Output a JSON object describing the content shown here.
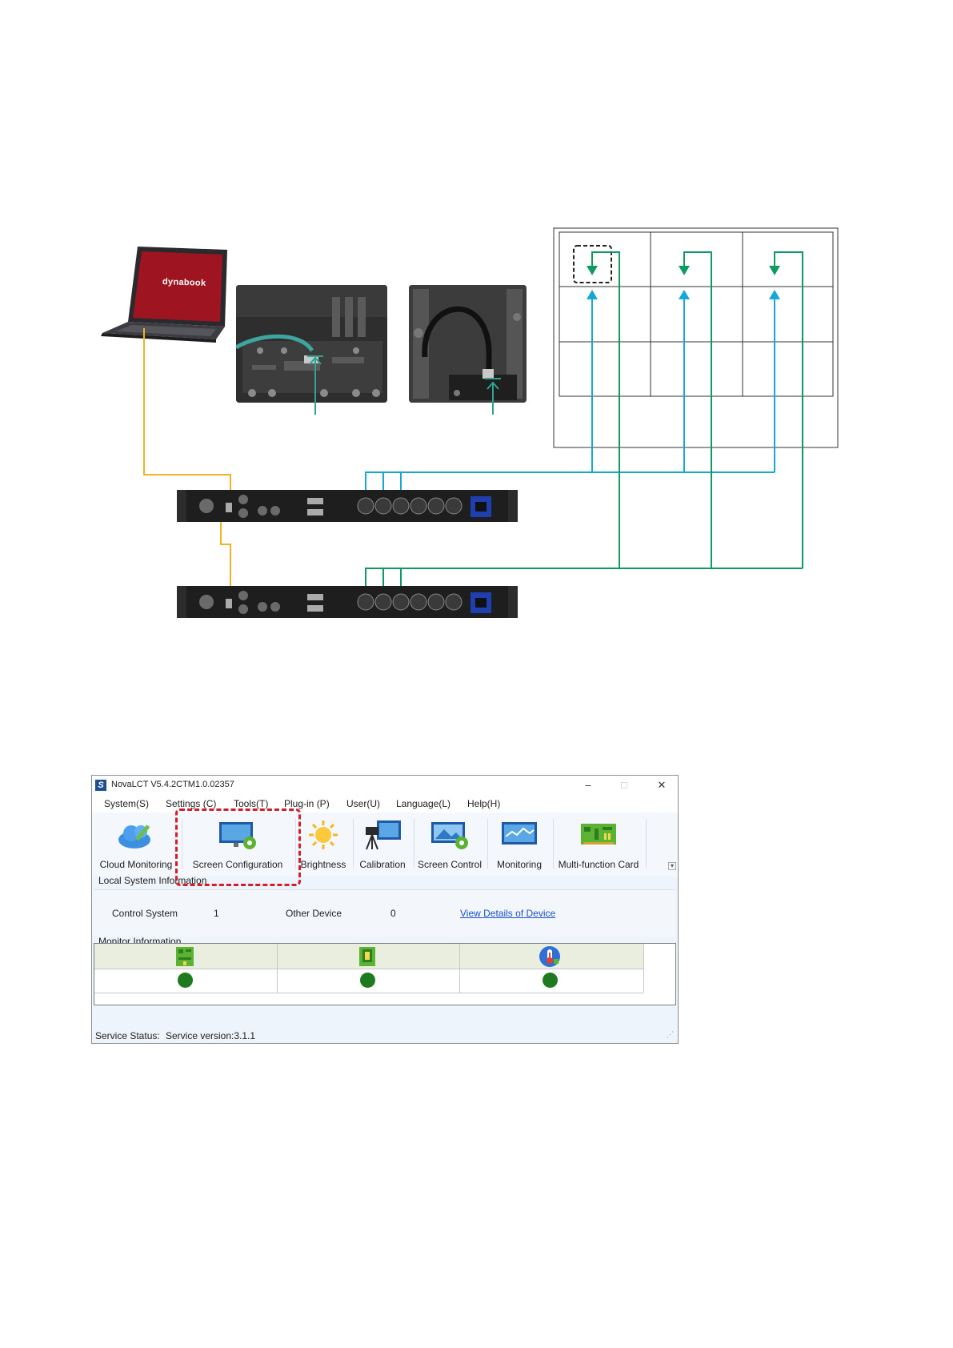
{
  "diagram": {
    "laptop_brand": "dynabook"
  },
  "window": {
    "title": "NovaLCT V5.4.2CTM1.0.02357",
    "controls": {
      "minimize": "–",
      "maximize": "□",
      "close": "✕"
    },
    "menu": [
      "System(S)",
      "Settings (C)",
      "Tools(T)",
      "Plug-in (P)",
      "User(U)",
      "Language(L)",
      "Help(H)"
    ],
    "toolbar": [
      {
        "label": "Cloud Monitoring",
        "icon": "cloud-icon"
      },
      {
        "label": "Screen Configuration",
        "icon": "screen-config-icon"
      },
      {
        "label": "Brightness",
        "icon": "sun-icon"
      },
      {
        "label": "Calibration",
        "icon": "camera-icon"
      },
      {
        "label": "Screen Control",
        "icon": "screen-control-icon"
      },
      {
        "label": "Monitoring",
        "icon": "monitor-chart-icon"
      },
      {
        "label": "Multi-function Card",
        "icon": "circuit-card-icon"
      }
    ],
    "local_system": {
      "heading": "Local System Information",
      "control_system_label": "Control System",
      "control_system_value": "1",
      "other_device_label": "Other Device",
      "other_device_value": "0",
      "details_link": "View Details of Device"
    },
    "monitor": {
      "heading": "Monitor Information",
      "columns": [
        "receiving-card-icon",
        "sending-card-icon",
        "temperature-icon"
      ],
      "status_color": "#1e7a1e"
    },
    "status_bar": {
      "label": "Service Status:",
      "value": "Service version:3.1.1"
    }
  },
  "colors": {
    "orange_line": "#f0b323",
    "blue_line": "#16a6d8",
    "green_line": "#109a63",
    "highlight": "#d21f2a"
  }
}
